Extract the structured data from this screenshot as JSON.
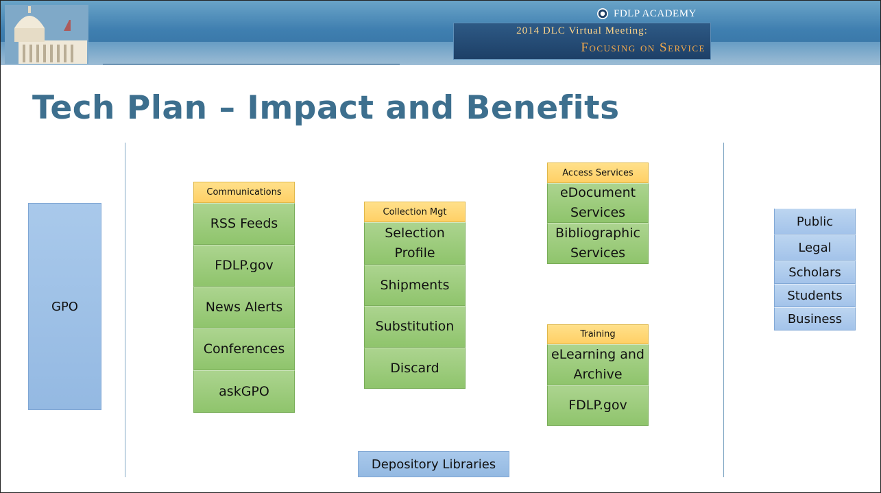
{
  "banner": {
    "academy_label": "FDLP ACADEMY",
    "meeting_line1": "2014 DLC Virtual Meeting:",
    "meeting_line2": "Focusing on Service"
  },
  "slide": {
    "title": "Tech Plan – Impact and Benefits"
  },
  "gpo_label": "GPO",
  "depository_label": "Depository Libraries",
  "groups": {
    "communications": {
      "header": "Communications",
      "items": [
        "RSS Feeds",
        "FDLP.gov",
        "News Alerts",
        "Conferences",
        "askGPO"
      ]
    },
    "collection": {
      "header": "Collection Mgt",
      "items": [
        "Selection Profile",
        "Shipments",
        "Substitution",
        "Discard"
      ]
    },
    "access": {
      "header": "Access Services",
      "items": [
        "eDocument Services",
        "Bibliographic Services"
      ]
    },
    "training": {
      "header": "Training",
      "items": [
        "eLearning and Archive",
        "FDLP.gov"
      ]
    }
  },
  "audiences": [
    "Public",
    "Legal",
    "Scholars",
    "Students",
    "Business"
  ],
  "colors": {
    "title": "#3d6f8e",
    "header_fill": "#ffd066",
    "item_fill": "#9ccb7c",
    "blue_fill": "#a3c3ea"
  }
}
